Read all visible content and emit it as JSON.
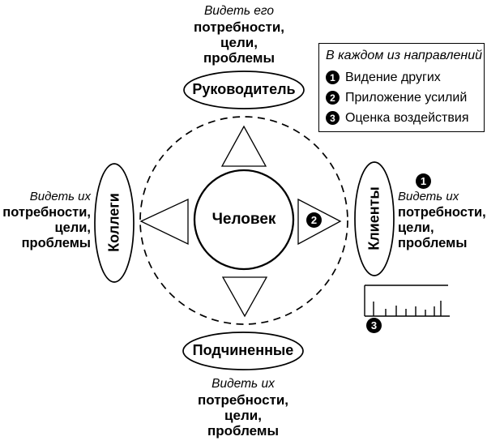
{
  "colors": {
    "ink": "#000000",
    "paper": "#ffffff"
  },
  "center": {
    "label": "Человек"
  },
  "nodes": {
    "top": {
      "label": "Руководитель"
    },
    "right": {
      "label": "Клиенты"
    },
    "bottom": {
      "label": "Подчиненные"
    },
    "left": {
      "label": "Коллеги"
    }
  },
  "captions": {
    "top": {
      "lead": "Видеть его",
      "lines": [
        "потребности,",
        "цели,",
        "проблемы"
      ]
    },
    "right": {
      "lead": "Видеть их",
      "lines": [
        "потребности,",
        "цели,",
        "проблемы"
      ]
    },
    "bottom": {
      "lead": "Видеть их",
      "lines": [
        "потребности,",
        "цели,",
        "проблемы"
      ]
    },
    "left": {
      "lead": "Видеть их",
      "lines": [
        "потребности,",
        "цели,",
        "проблемы"
      ]
    }
  },
  "badges": {
    "vision": "1",
    "effort": "2",
    "impact": "3"
  },
  "legend": {
    "title": "В каждом из направлений",
    "items": [
      {
        "num": "1",
        "label": "Видение других"
      },
      {
        "num": "2",
        "label": "Приложение усилий"
      },
      {
        "num": "3",
        "label": "Оценка воздействия"
      }
    ]
  }
}
